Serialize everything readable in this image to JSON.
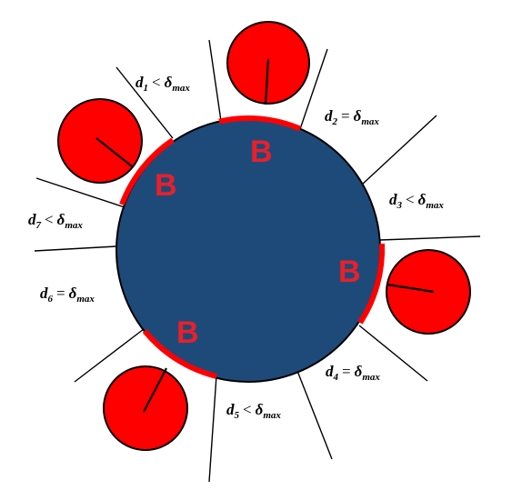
{
  "colors": {
    "central_circle_fill": "#1e4a7a",
    "central_circle_stroke": "#000000",
    "particle_fill": "#ff0000",
    "particle_stroke": "#000000",
    "boundary_arc": "#ff0000",
    "boundary_letter": "#e8202a",
    "line": "#000000",
    "background": "#ffffff"
  },
  "boundary_letter": "B",
  "boundary_markers": [
    {
      "id": "b1",
      "letter": "B"
    },
    {
      "id": "b2",
      "letter": "B"
    },
    {
      "id": "b3",
      "letter": "B"
    },
    {
      "id": "b4",
      "letter": "B"
    }
  ],
  "distance_labels": [
    {
      "id": "d1",
      "symbol": "d",
      "index": "1",
      "relation": "<",
      "bound": "δ",
      "bound_sub": "max"
    },
    {
      "id": "d2",
      "symbol": "d",
      "index": "2",
      "relation": "=",
      "bound": "δ",
      "bound_sub": "max"
    },
    {
      "id": "d3",
      "symbol": "d",
      "index": "3",
      "relation": "<",
      "bound": "δ",
      "bound_sub": "max"
    },
    {
      "id": "d4",
      "symbol": "d",
      "index": "4",
      "relation": "=",
      "bound": "δ",
      "bound_sub": "max"
    },
    {
      "id": "d5",
      "symbol": "d",
      "index": "5",
      "relation": "<",
      "bound": "δ",
      "bound_sub": "max"
    },
    {
      "id": "d6",
      "symbol": "d",
      "index": "6",
      "relation": "=",
      "bound": "δ",
      "bound_sub": "max"
    },
    {
      "id": "d7",
      "symbol": "d",
      "index": "7",
      "relation": "<",
      "bound": "δ",
      "bound_sub": "max"
    }
  ]
}
